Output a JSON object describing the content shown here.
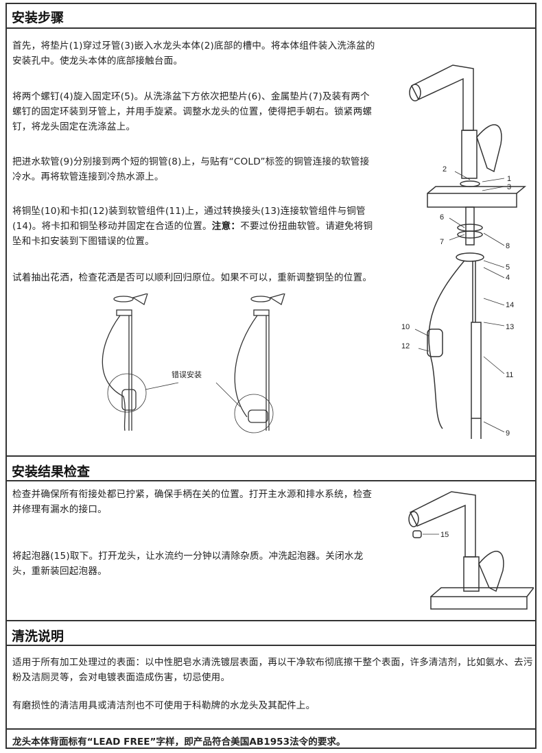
{
  "sections": [
    {
      "title": "安装步骤",
      "paragraphs": [
        "首先，将垫片(1)穿过牙管(3)嵌入水龙头本体(2)底部的槽中。将本体组件装入洗涤盆的安装孔中。使龙头本体的底部接触台面。",
        "将两个螺钉(4)旋入固定环(5)。从洗涤盆下方依次把垫片(6)、金属垫片(7)及装有两个螺钉的固定环装到牙管上，并用手旋紧。调整水龙头的位置，使得把手朝右。锁紧两螺钉，将龙头固定在洗涤盆上。",
        "把进水软管(9)分别接到两个短的铜管(8)上，与贴有“COLD”标签的铜管连接的软管接冷水。再将软管连接到冷热水源上。",
        "将铜坠(10)和卡扣(12)装到软管组件(11)上，通过转换接头(13)连接软管组件与铜管(14)。将卡扣和铜坠移动并固定在合适的位置。",
        "试着抽出花洒，检查花洒是否可以顺利回归原位。如果不可以，重新调整铜坠的位置。"
      ],
      "note_label": "注意：",
      "note_text": "不要过份扭曲软管。请避免将铜坠和卡扣安装到下图错误的位置。",
      "wrong_label": "错误安装",
      "part_labels": [
        "1",
        "2",
        "3",
        "4",
        "5",
        "6",
        "7",
        "8",
        "9",
        "10",
        "11",
        "12",
        "13",
        "14"
      ]
    },
    {
      "title": "安装结果检查",
      "paragraphs": [
        "检查并确保所有衔接处都已拧紧，确保手柄在关的位置。打开主水源和排水系统，检查并修理有漏水的接口。",
        "将起泡器(15)取下。打开龙头，让水流约一分钟以清除杂质。冲洗起泡器。关闭水龙头，重新装回起泡器。"
      ],
      "part_label": "15"
    },
    {
      "title": "清洗说明",
      "paragraphs": [
        "适用于所有加工处理过的表面：以中性肥皂水清洗镀层表面，再以干净软布彻底擦干整个表面，许多清洁剂，比如氨水、去污粉及洁厕灵等，会对电镀表面造成伤害，切忌使用。",
        "有磨损性的清洁用具或清洁剂也不可使用于科勒牌的水龙头及其配件上。"
      ]
    }
  ],
  "footer": "龙头本体背面标有“LEAD FREE”字样，即产品符合美国AB1953法令的要求。"
}
